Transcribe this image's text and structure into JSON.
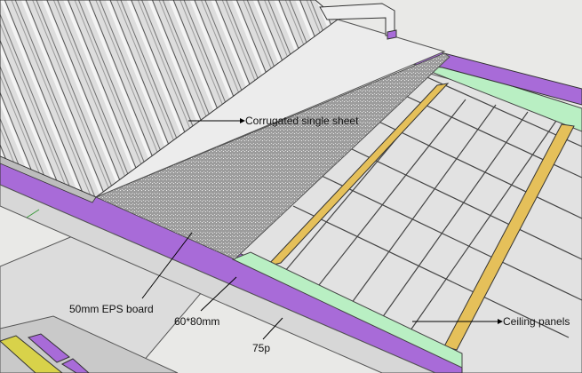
{
  "labels": {
    "corrugated_sheet": "Corrugated single sheet",
    "eps_board": "50mm EPS board",
    "beam": "60*80mm",
    "channel": "75p",
    "ceiling": "Ceiling panels"
  },
  "colors": {
    "background": "#e9e9e7",
    "purple_beam": "#a86bd8",
    "green_channel": "#b9efc3",
    "yellow_purlin": "#e5c05a",
    "eps_board": "#ececec",
    "corrugated_sheet": "#dcdcdc",
    "ceiling_panel": "#e4e4e4"
  }
}
